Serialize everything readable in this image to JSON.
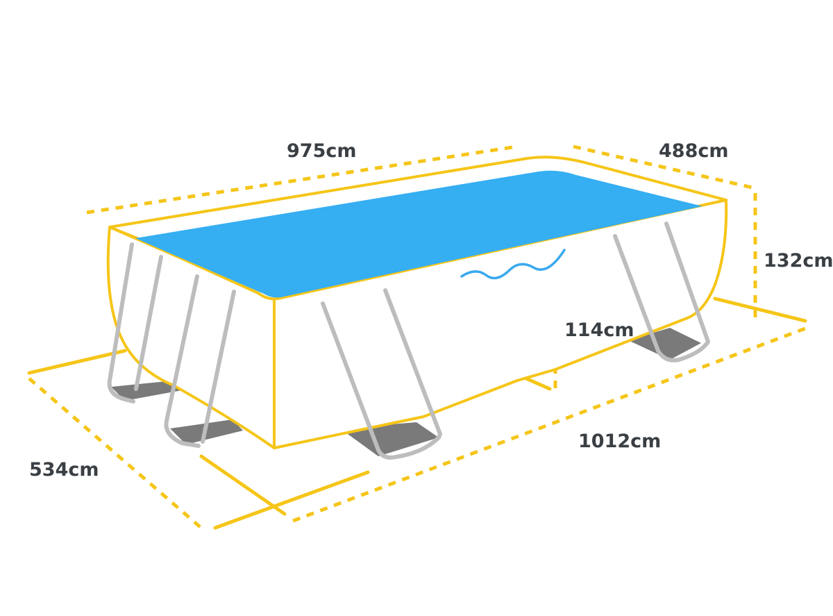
{
  "diagram": {
    "dimensions": {
      "top_length": "975cm",
      "top_width": "488cm",
      "wall_height": "132cm",
      "water_depth": "114cm",
      "base_length": "1012cm",
      "base_width": "534cm"
    },
    "colors": {
      "dimension_line": "#f5c518",
      "pool_outline": "#f5c518",
      "water_surface": "#35aef2",
      "wave_line": "#3aa9ee",
      "frame_leg": "#bdbdbd",
      "leg_shadow": "#7a7a7a",
      "label_text": "#3a3f44"
    }
  }
}
